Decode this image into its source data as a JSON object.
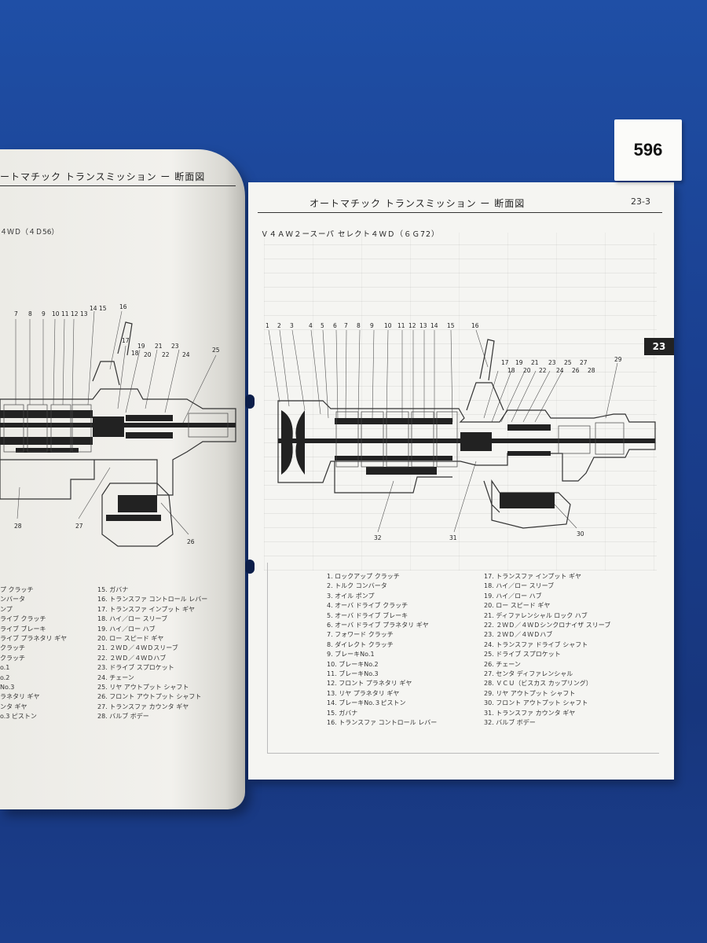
{
  "sticker": "596",
  "left_page": {
    "header": "ートマチック トランスミッション ー 断面図",
    "model": "４ＷＤ（４Ｄ56）",
    "callouts_top": [
      "7",
      "8",
      "9",
      "10",
      "11",
      "12",
      "13",
      "14",
      "15",
      "16",
      "17",
      "18",
      "19",
      "20",
      "21",
      "22",
      "23",
      "24",
      "25"
    ],
    "callouts_bottom": [
      "28",
      "27",
      "26"
    ],
    "legend_col1": [
      "プ クラッチ",
      "ンバータ",
      "ンプ",
      "ライブ クラッチ",
      "ライブ ブレーキ",
      "ライブ プラネタリ ギヤ",
      "クラッチ",
      "クラッチ",
      "o.1",
      "o.2",
      "No.3",
      "ラネタリ ギヤ",
      "ンタ ギヤ",
      "o.3 ピストン"
    ],
    "legend_col2": [
      "15. ガバナ",
      "16. トランスファ コントロール レバー",
      "17. トランスファ インプット ギヤ",
      "18. ハイ／ロー スリーブ",
      "19. ハイ／ロー ハブ",
      "20. ロー スピード ギヤ",
      "21. ２ＷＤ／４ＷＤスリーブ",
      "22. ２ＷＤ／４ＷＤハブ",
      "23. ドライブ スプロケット",
      "24. チェーン",
      "25. リヤ アウトプット シャフト",
      "26. フロント アウトプット シャフト",
      "27. トランスファ カウンタ ギヤ",
      "28. バルブ ボデー"
    ]
  },
  "right_page": {
    "header": "オートマチック トランスミッション ー 断面図",
    "page_number": "23-3",
    "section_tab": "23",
    "model": "Ｖ４ＡＷ２ースーパ セレクト４ＷＤ（６Ｇ72）",
    "callouts_top": [
      "1",
      "2",
      "3",
      "4",
      "5",
      "6",
      "7",
      "8",
      "9",
      "10",
      "11",
      "12",
      "13",
      "14",
      "15",
      "16",
      "17",
      "18",
      "19",
      "20",
      "21",
      "22",
      "23",
      "24",
      "25",
      "26",
      "27",
      "28",
      "29"
    ],
    "callouts_bottom": [
      "32",
      "31",
      "30"
    ],
    "legend_col1": [
      "1. ロックアップ クラッチ",
      "2. トルク コンバータ",
      "3. オイル ポンプ",
      "4. オーバ ドライブ クラッチ",
      "5. オーバ ドライブ ブレーキ",
      "6. オーバ ドライブ プラネタリ ギヤ",
      "7. フォワード クラッチ",
      "8. ダイレクト クラッチ",
      "9. ブレーキNo.1",
      "10. ブレーキNo.2",
      "11. ブレーキNo.3",
      "12. フロント プラネタリ ギヤ",
      "13. リヤ プラネタリ ギヤ",
      "14. ブレーキNo.３ピストン",
      "15. ガバナ",
      "16. トランスファ コントロール レバー"
    ],
    "legend_col2": [
      "17. トランスファ インプット ギヤ",
      "18. ハイ／ロー スリーブ",
      "19. ハイ／ロー ハブ",
      "20. ロー スピード ギヤ",
      "21. ディファレンシャル ロック ハブ",
      "22. ２ＷＤ／４ＷＤシンクロナイザ スリーブ",
      "23. ２ＷＤ／４ＷＤハブ",
      "24. トランスファ ドライブ シャフト",
      "25. ドライブ スプロケット",
      "26. チェーン",
      "27. センタ ディファレンシャル",
      "28. ＶＣＵ（ビスカス カップリング）",
      "29. リヤ アウトプット シャフト",
      "30. フロント アウトプット シャフト",
      "31. トランスファ カウンタ ギヤ",
      "32. バルブ ボデー"
    ]
  }
}
